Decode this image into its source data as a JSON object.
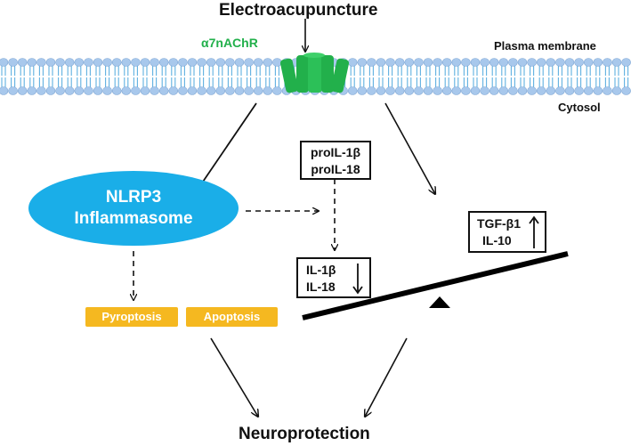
{
  "title": "Electroacupuncture",
  "receptor": "α7nAChR",
  "plasma_membrane": "Plasma membrane",
  "cytosol": "Cytosol",
  "inflammasome": {
    "line1": "NLRP3",
    "line2": "Inflammasome"
  },
  "precursors": {
    "line1": "proIL-1β",
    "line2": "proIL-18"
  },
  "pro_inflammatory": {
    "line1": "IL-1β",
    "line2": "IL-18",
    "direction": "decrease"
  },
  "anti_inflammatory": {
    "line1": "TGF-β1",
    "line2": "IL-10",
    "direction": "increase"
  },
  "cell_death": [
    "Pyroptosis",
    "Apoptosis"
  ],
  "outcome": "Neuroprotection",
  "colors": {
    "inflammasome": "#1aaee8",
    "receptor": "#22b04b",
    "receptor_text": "#22b04b",
    "cell_death": "#f5b820",
    "membrane_head": "#a8c8ec",
    "membrane_tail": "#5fb0e0"
  }
}
